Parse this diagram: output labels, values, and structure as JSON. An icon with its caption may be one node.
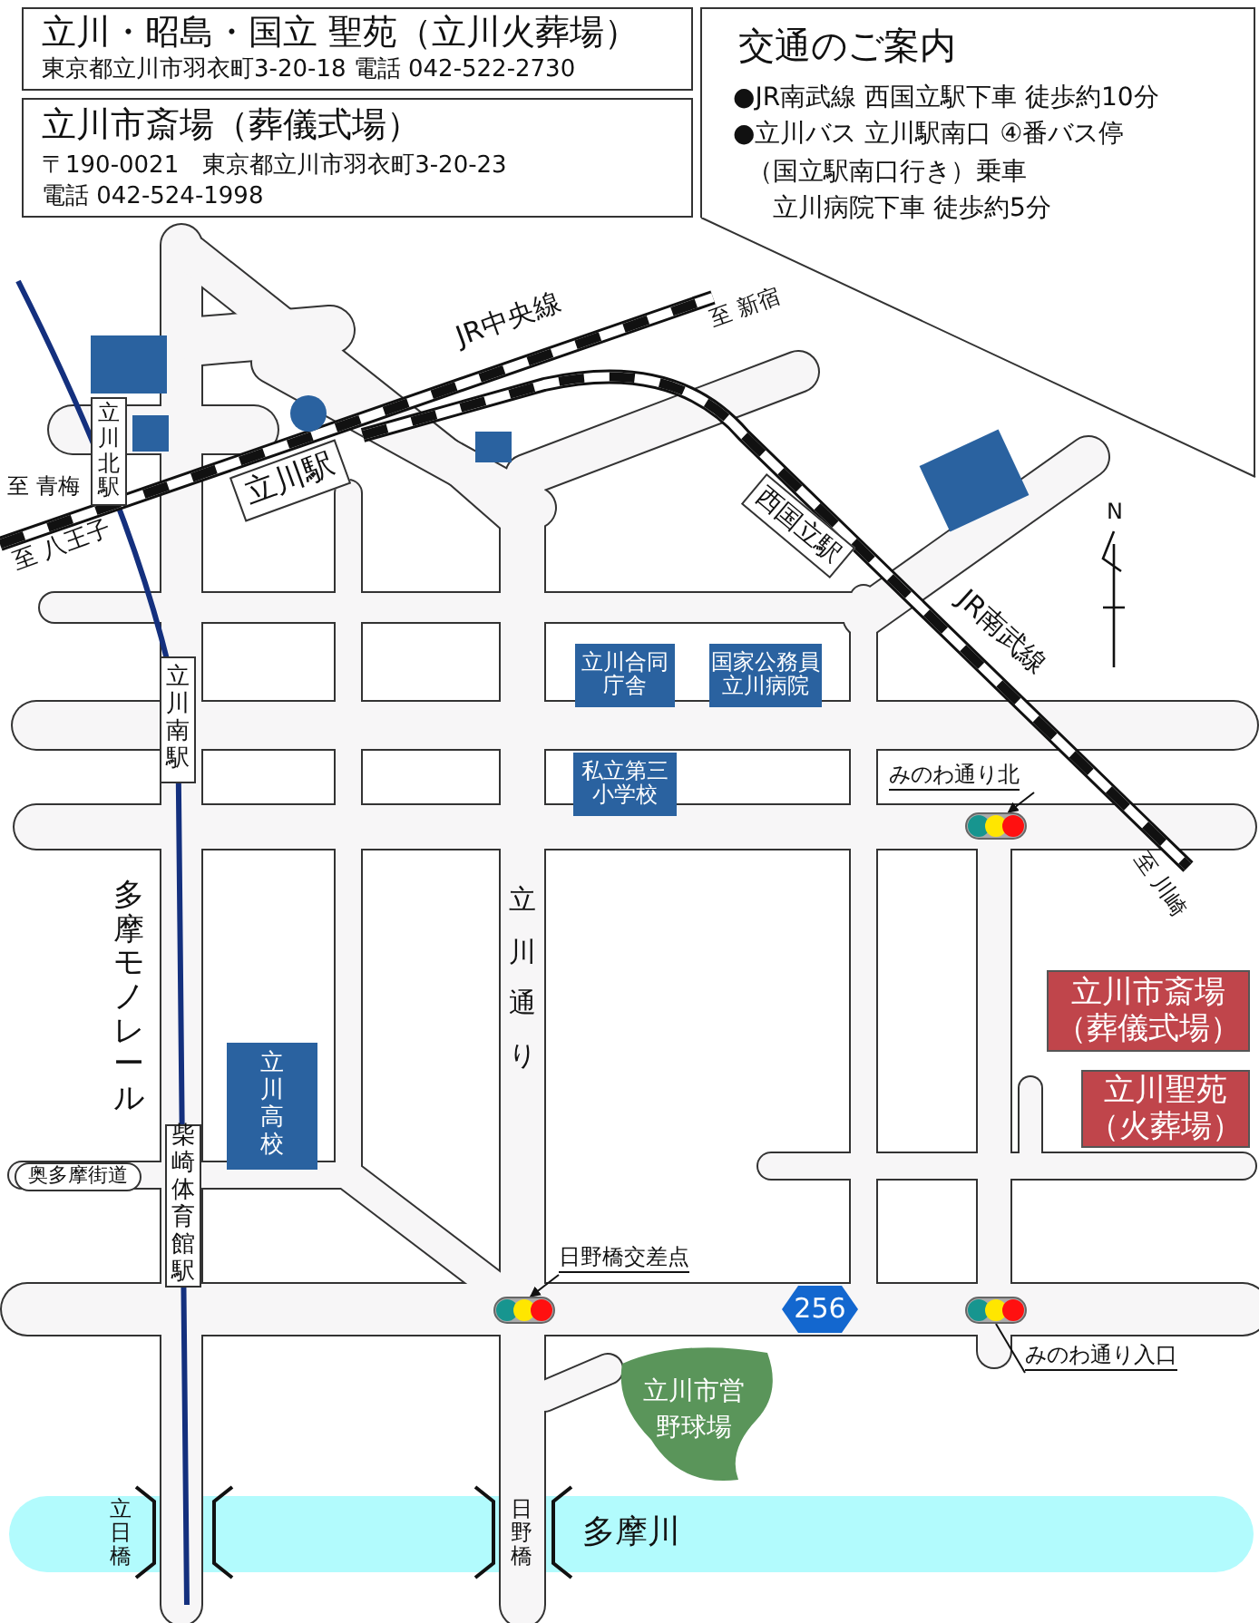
{
  "diagram": {
    "nodes": [
      {
        "text": [
          "立川・昭島・国立 聖苑（立川火葬場）",
          "東京都立川市羽衣町3-20-18 電話 042-522-2730"
        ]
      },
      {
        "text": [
          "立川市斎場（葬儀式場）",
          "〒190-0021　東京都立川市羽衣町3-20-23",
          "電話 042-524-1998"
        ]
      },
      {
        "text": [
          "交通のご案内",
          "●JR南武線 西国立駅下車 徒歩約10分",
          "●立川バス 立川駅南口 ④番バス停",
          "（国立駅南口行き）乗車",
          "立川病院下車 徒歩約5分"
        ]
      },
      {
        "text": [
          "立川駅"
        ]
      },
      {
        "text": [
          "立川北駅"
        ]
      },
      {
        "text": [
          "立川南駅"
        ]
      },
      {
        "text": [
          "西国立駅"
        ]
      },
      {
        "text": [
          "柴崎体育館駅"
        ]
      },
      {
        "text": [
          "立川合同庁舎"
        ]
      },
      {
        "text": [
          "国家公務員立川病院"
        ]
      },
      {
        "text": [
          "私立第三小学校"
        ]
      },
      {
        "text": [
          "立川高校"
        ]
      },
      {
        "text": [
          "立川市斎場（葬儀式場）"
        ]
      },
      {
        "text": [
          "立川聖苑（火葬場）"
        ]
      },
      {
        "text": [
          "256"
        ]
      },
      {
        "text": [
          "立川市営野球場"
        ]
      },
      {
        "text": [
          "奥多摩街道"
        ]
      },
      {
        "text": [
          "多摩川"
        ]
      },
      {
        "text": [
          "みのわ通り北"
        ]
      },
      {
        "text": [],
        "shape": "picture"
      },
      {
        "text": [
          "日野橋交差点"
        ]
      },
      {
        "text": [],
        "shape": "picture"
      },
      {
        "text": [],
        "shape": "picture"
      },
      {
        "text": [
          "みのわ通り入口"
        ]
      },
      {
        "text": [],
        "shape": "box"
      },
      {
        "text": [],
        "shape": "box"
      },
      {
        "text": [],
        "shape": "circle"
      },
      {
        "text": [],
        "shape": "box"
      },
      {
        "text": [],
        "shape": "box"
      }
    ],
    "edges": [
      {
        "from": 18,
        "to": 19,
        "arrow": "to"
      },
      {
        "from": 20,
        "to": 21,
        "arrow": "to"
      },
      {
        "from": 22,
        "to": 23,
        "arrow": "none"
      }
    ],
    "labels": [
      "JR中央線",
      "至 新宿",
      "至 青梅",
      "至 八王子",
      "JR南武線",
      "N",
      "至 川崎",
      "多摩モノレール",
      "立川通り",
      "立日橋",
      "日野橋"
    ]
  }
}
